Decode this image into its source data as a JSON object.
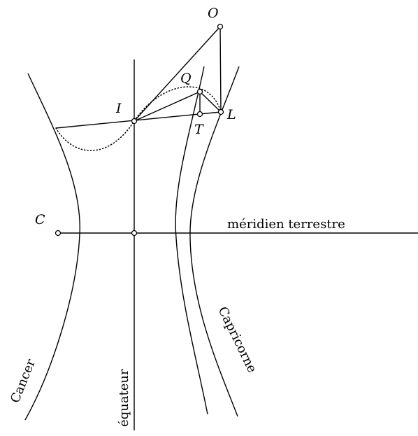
{
  "points": {
    "O": "O",
    "Q": "Q",
    "I": "I",
    "L": "L",
    "T": "T",
    "C": "C"
  },
  "labels": {
    "meridian": "méridien terrestre",
    "equator": "équateur",
    "cancer": "Cancer",
    "capricorn": "Capricorne"
  }
}
